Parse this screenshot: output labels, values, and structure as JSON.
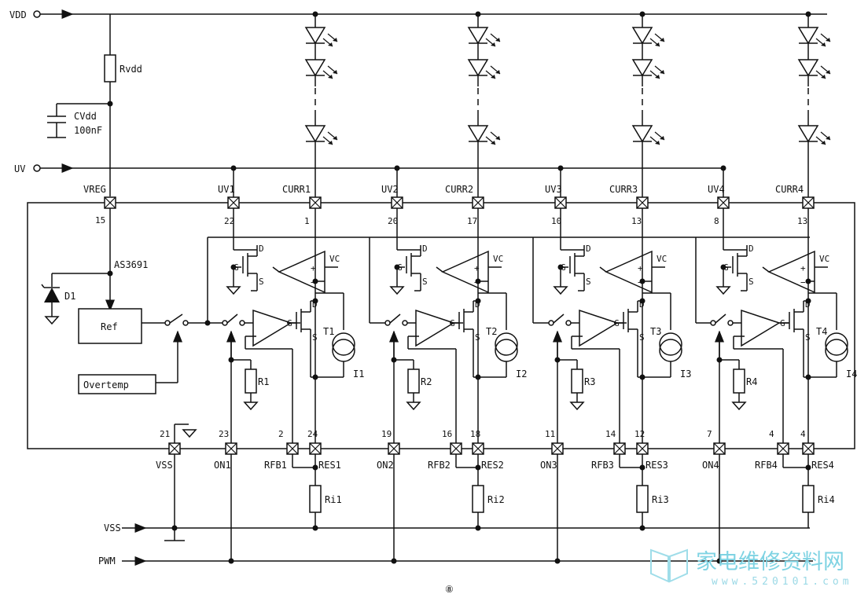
{
  "nets": {
    "vdd": "VDD",
    "uv": "UV",
    "vss": "VSS",
    "pwm": "PWM"
  },
  "top": {
    "rvdd": "Rvdd",
    "cvdd": "CVdd",
    "cvdd_value": "100nF"
  },
  "chip": {
    "name": "AS3691",
    "vreg": "VREG",
    "vreg_pin": "15",
    "vss": "VSS",
    "vss_pin": "21",
    "d1": "D1",
    "ref": "Ref",
    "overtemp": "Overtemp"
  },
  "channels": [
    {
      "uv": "UV1",
      "uv_pin": "22",
      "curr": "CURR1",
      "curr_pin": "1",
      "on": "ON1",
      "on_pin": "23",
      "rfb": "RFB1",
      "rfb_pin": "2",
      "res": "RES1",
      "res_pin": "24",
      "r": "R1",
      "t": "T1",
      "i": "I1",
      "ri": "Ri1"
    },
    {
      "uv": "UV2",
      "uv_pin": "20",
      "curr": "CURR2",
      "curr_pin": "17",
      "on": "ON2",
      "on_pin": "19",
      "rfb": "RFB2",
      "rfb_pin": "16",
      "res": "RES2",
      "res_pin": "18",
      "r": "R2",
      "t": "T2",
      "i": "I2",
      "ri": "Ri2"
    },
    {
      "uv": "UV3",
      "uv_pin": "10",
      "curr": "CURR3",
      "curr_pin": "13",
      "on": "ON3",
      "on_pin": "11",
      "rfb": "RFB3",
      "rfb_pin": "14",
      "res": "RES3",
      "res_pin": "12",
      "r": "R3",
      "t": "T3",
      "i": "I3",
      "ri": "Ri3"
    },
    {
      "uv": "UV4",
      "uv_pin": "8",
      "curr": "CURR4",
      "curr_pin": "13",
      "on": "ON4",
      "on_pin": "7",
      "rfb": "RFB4",
      "rfb_pin": "4",
      "res": "RES4",
      "res_pin": "4",
      "r": "R4",
      "t": "T4",
      "i": "I4",
      "ri": "Ri4"
    }
  ],
  "mosfet": {
    "d": "D",
    "g": "G",
    "s": "S"
  },
  "comparator": {
    "vc": "VC",
    "plus": "+",
    "minus": "−"
  },
  "figure": {
    "number": "⑧"
  },
  "watermark": {
    "text": "家电维修资料网",
    "url": "www.520101.com"
  }
}
